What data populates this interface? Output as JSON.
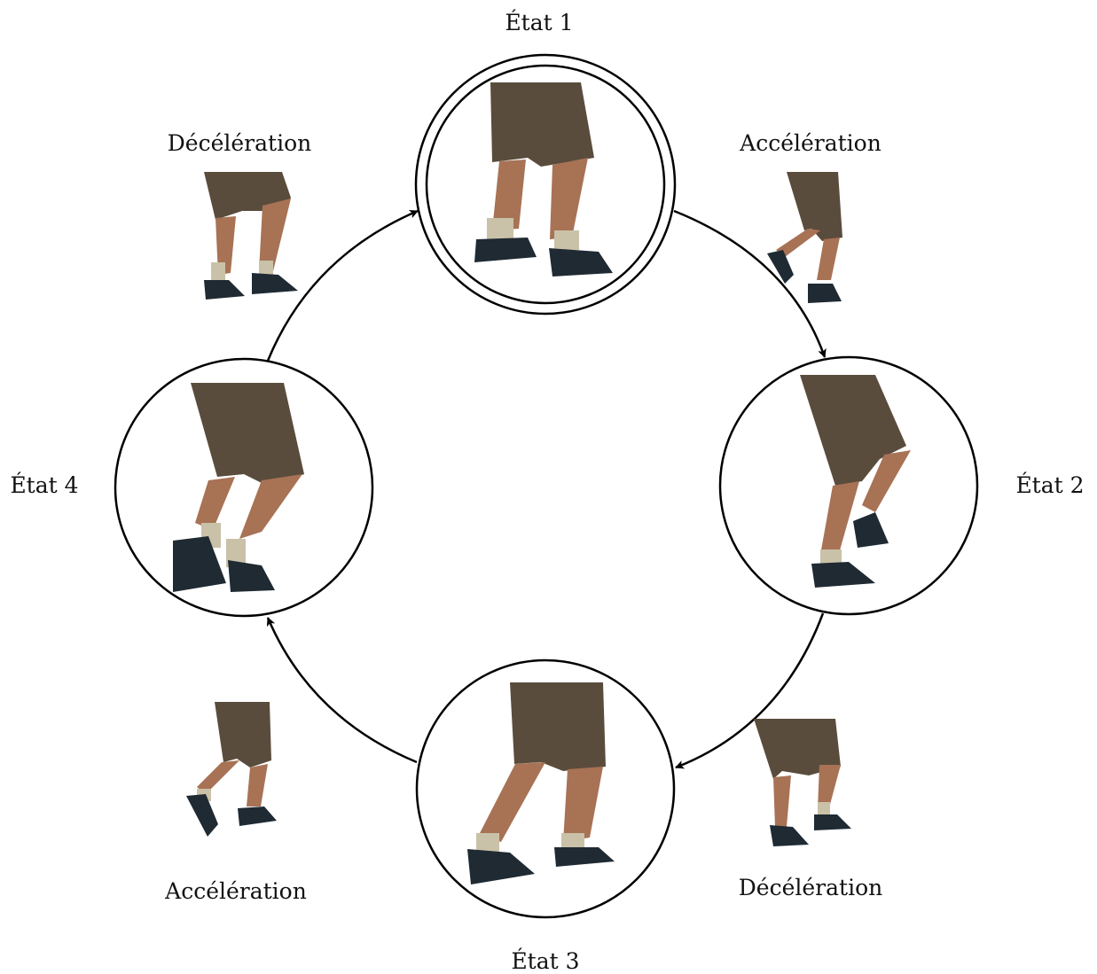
{
  "states": [
    {
      "id": "s1",
      "label": "État 1",
      "accepting": true,
      "photo": "legs standing, both feet flat"
    },
    {
      "id": "s2",
      "label": "État 2",
      "accepting": false,
      "photo": "legs stepping, right foot raised behind"
    },
    {
      "id": "s3",
      "label": "État 3",
      "accepting": false,
      "photo": "legs striding, weight forward"
    },
    {
      "id": "s4",
      "label": "État 4",
      "accepting": false,
      "photo": "legs stepping, knees bent"
    }
  ],
  "transitions": [
    {
      "from": "s1",
      "to": "s2",
      "label": "Accélération",
      "photo": "legs mid-stride, left foot lifted"
    },
    {
      "from": "s2",
      "to": "s3",
      "label": "Décélération",
      "photo": "legs slowing, feet close together"
    },
    {
      "from": "s3",
      "to": "s4",
      "label": "Accélération",
      "photo": "legs mid-stride, left foot lifted"
    },
    {
      "from": "s4",
      "to": "s1",
      "label": "Décélération",
      "photo": "legs slowing, feet close together"
    }
  ],
  "colors": {
    "stroke": "#000000",
    "shorts": "#5a4c3c",
    "shorts_dark": "#3f352a",
    "skin": "#a87255",
    "sock": "#c9c2a8",
    "shoe": "#1f2a33",
    "sole": "#c8b68a"
  }
}
